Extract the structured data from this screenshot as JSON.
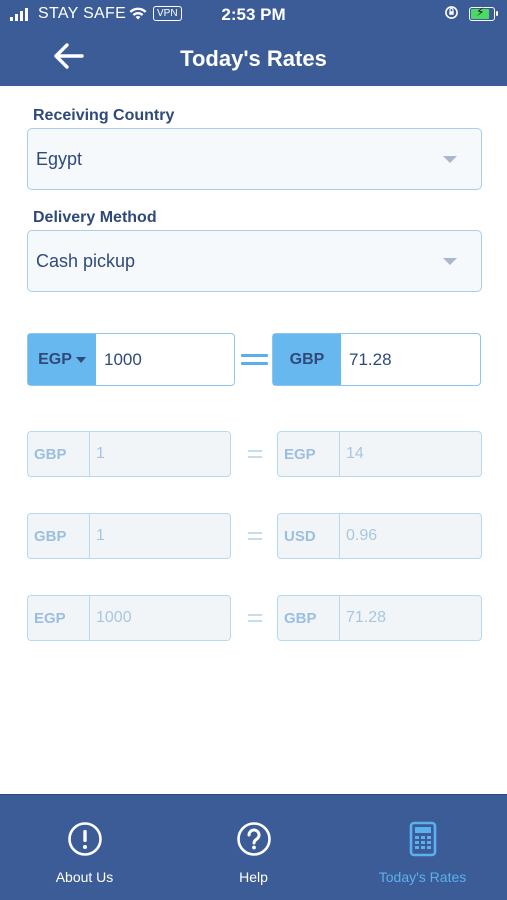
{
  "status": {
    "carrier": "STAY SAFE",
    "vpn": "VPN",
    "time": "2:53 PM",
    "wifi_icon": "wifi-icon",
    "battery_icon": "battery-charging-icon"
  },
  "header": {
    "title": "Today's Rates",
    "back_icon": "back-arrow-icon"
  },
  "form": {
    "country_label": "Receiving Country",
    "country_value": "Egypt",
    "delivery_label": "Delivery Method",
    "delivery_value": "Cash pickup"
  },
  "converter": {
    "from_currency": "EGP",
    "from_amount": "1000",
    "to_currency": "GBP",
    "to_amount": "71.28"
  },
  "rates": [
    {
      "from_currency": "GBP",
      "from_amount": "1",
      "to_currency": "EGP",
      "to_amount": "14"
    },
    {
      "from_currency": "GBP",
      "from_amount": "1",
      "to_currency": "USD",
      "to_amount": "0.96"
    },
    {
      "from_currency": "EGP",
      "from_amount": "1000",
      "to_currency": "GBP",
      "to_amount": "71.28"
    }
  ],
  "tabs": [
    {
      "label": "About Us",
      "icon": "info-icon"
    },
    {
      "label": "Help",
      "icon": "help-icon"
    },
    {
      "label": "Today's Rates",
      "icon": "calculator-icon",
      "active": true
    }
  ],
  "colors": {
    "header_bg": "#3c5c97",
    "accent": "#5cb0ee",
    "text": "#2f4a7a"
  }
}
